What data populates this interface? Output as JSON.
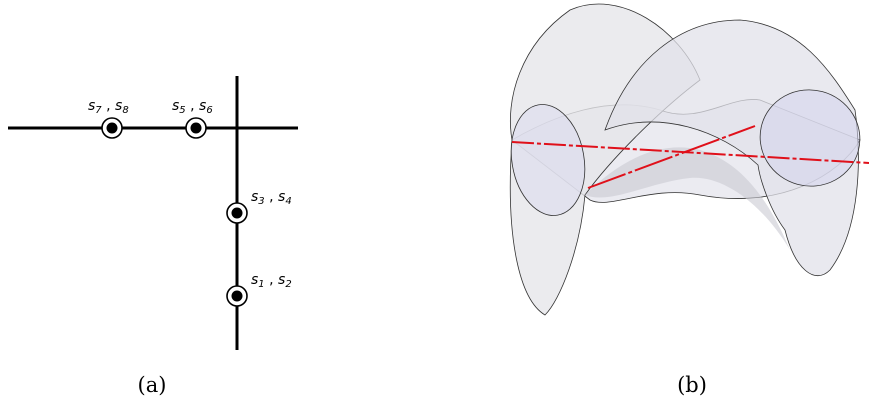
{
  "panel_a": {
    "caption": "(a)",
    "points": [
      {
        "label_main": "s",
        "label_sub": "7",
        "sep": " , ",
        "label_main2": "s",
        "label_sub2": "8"
      },
      {
        "label_main": "s",
        "label_sub": "5",
        "sep": " , ",
        "label_main2": "s",
        "label_sub2": "6"
      },
      {
        "label_main": "s",
        "label_sub": "3",
        "sep": " , ",
        "label_main2": "s",
        "label_sub2": "4"
      },
      {
        "label_main": "s",
        "label_sub": "1",
        "sep": " , ",
        "label_main2": "s",
        "label_sub2": "2"
      }
    ]
  },
  "panel_b": {
    "caption": "(b)",
    "line_color": "#e0101a",
    "surface_fill": "#d9d9e3",
    "tube_fill": "#c8c8e6"
  }
}
